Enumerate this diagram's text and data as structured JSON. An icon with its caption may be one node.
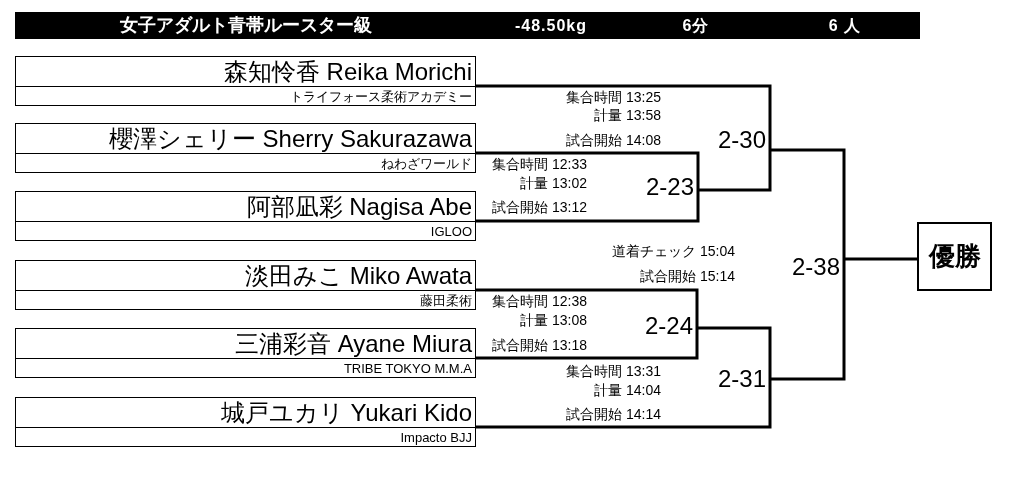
{
  "diagram": {
    "nodes": [
      {
        "text": [
          "女子アダルト青帯ルースター級",
          "-48.50kg",
          "6分",
          "6 人"
        ]
      },
      {
        "text": [
          "森知怜香 Reika Morichi",
          "トライフォース柔術アカデミー"
        ]
      },
      {
        "text": [
          "櫻澤シェリー Sherry Sakurazawa",
          "ねわざワールド"
        ]
      },
      {
        "text": [
          "阿部凪彩 Nagisa Abe",
          "IGLOO"
        ]
      },
      {
        "text": [
          "淡田みこ Miko Awata",
          "藤田柔術"
        ]
      },
      {
        "text": [
          "三浦彩音 Ayane Miura",
          "TRIBE TOKYO M.M.A"
        ]
      },
      {
        "text": [
          "城戸ユカリ Yukari Kido",
          "Impacto BJJ"
        ]
      },
      {
        "text": [
          "2-30"
        ],
        "beside": [
          "集合時間 13:25",
          "計量 13:58",
          "試合開始 14:08"
        ]
      },
      {
        "text": [
          "2-23"
        ],
        "beside": [
          "集合時間 12:33",
          "計量 13:02",
          "試合開始 13:12"
        ]
      },
      {
        "text": [
          "2-38"
        ],
        "beside": [
          "道着チェック 15:04",
          "試合開始 15:14"
        ]
      },
      {
        "text": [
          "2-24"
        ],
        "beside": [
          "集合時間 12:38",
          "計量 13:08",
          "試合開始 13:18"
        ]
      },
      {
        "text": [
          "2-31"
        ],
        "beside": [
          "集合時間 13:31",
          "計量 14:04",
          "試合開始 14:14"
        ]
      },
      {
        "text": [
          "優勝"
        ]
      }
    ],
    "edges": [
      {
        "from": 1,
        "to": 7,
        "arrow": "none"
      },
      {
        "from": 2,
        "to": 8,
        "arrow": "none"
      },
      {
        "from": 3,
        "to": 8,
        "arrow": "none"
      },
      {
        "from": 8,
        "to": 7,
        "arrow": "none"
      },
      {
        "from": 4,
        "to": 10,
        "arrow": "none"
      },
      {
        "from": 5,
        "to": 10,
        "arrow": "none"
      },
      {
        "from": 10,
        "to": 11,
        "arrow": "none"
      },
      {
        "from": 6,
        "to": 11,
        "arrow": "none"
      },
      {
        "from": 7,
        "to": 9,
        "arrow": "none"
      },
      {
        "from": 11,
        "to": 9,
        "arrow": "none"
      },
      {
        "from": 9,
        "to": 12,
        "arrow": "none"
      }
    ]
  }
}
